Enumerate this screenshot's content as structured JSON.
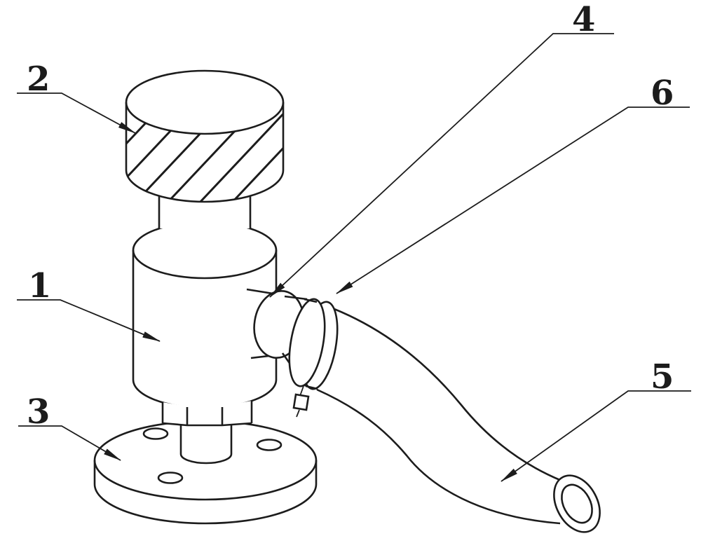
{
  "figure": {
    "background_color": "#ffffff",
    "line_color": "#1c1c1c",
    "callouts": [
      {
        "label": "1"
      },
      {
        "label": "2"
      },
      {
        "label": "3"
      },
      {
        "label": "4"
      },
      {
        "label": "5"
      },
      {
        "label": "6"
      }
    ]
  }
}
